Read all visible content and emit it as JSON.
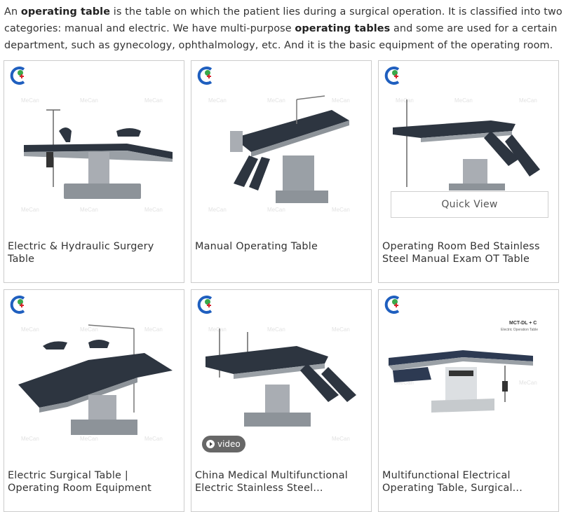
{
  "intro": {
    "p1": "An ",
    "b1": "operating table",
    "p2": " is the table on which the patient lies during a surgical operation. It is classified into two categories: manual and electric. We have multi-purpose ",
    "b2": "operating tables",
    "p3": " and some are used for a certain department, such as gynecology, ophthalmology, etc. And it is the basic equipment of the operating room."
  },
  "watermark": "MeCan",
  "products": [
    {
      "title": "Electric & Hydraulic Surgery Table"
    },
    {
      "title": "Manual Operating Table"
    },
    {
      "title": "Operating Room Bed Stainless Steel Manual Exam OT Table",
      "quick_view": "Quick View"
    },
    {
      "title": "Electric Surgical Table | Operating Room Equipment"
    },
    {
      "title": "China Medical Multifunctional Electric Stainless Steel...",
      "video": "video"
    },
    {
      "title": "Multifunctional Electrical Operating Table, Surgical...",
      "model": "MCT-DL + C",
      "model_sub": "Electric Operation Table"
    }
  ],
  "colors": {
    "border": "#cccccc",
    "text": "#333333",
    "logo_blue": "#1f5fbf",
    "logo_green": "#3aa84a",
    "logo_red": "#d8262f",
    "table_dark": "#2d3540",
    "steel": "#a9adb3"
  }
}
